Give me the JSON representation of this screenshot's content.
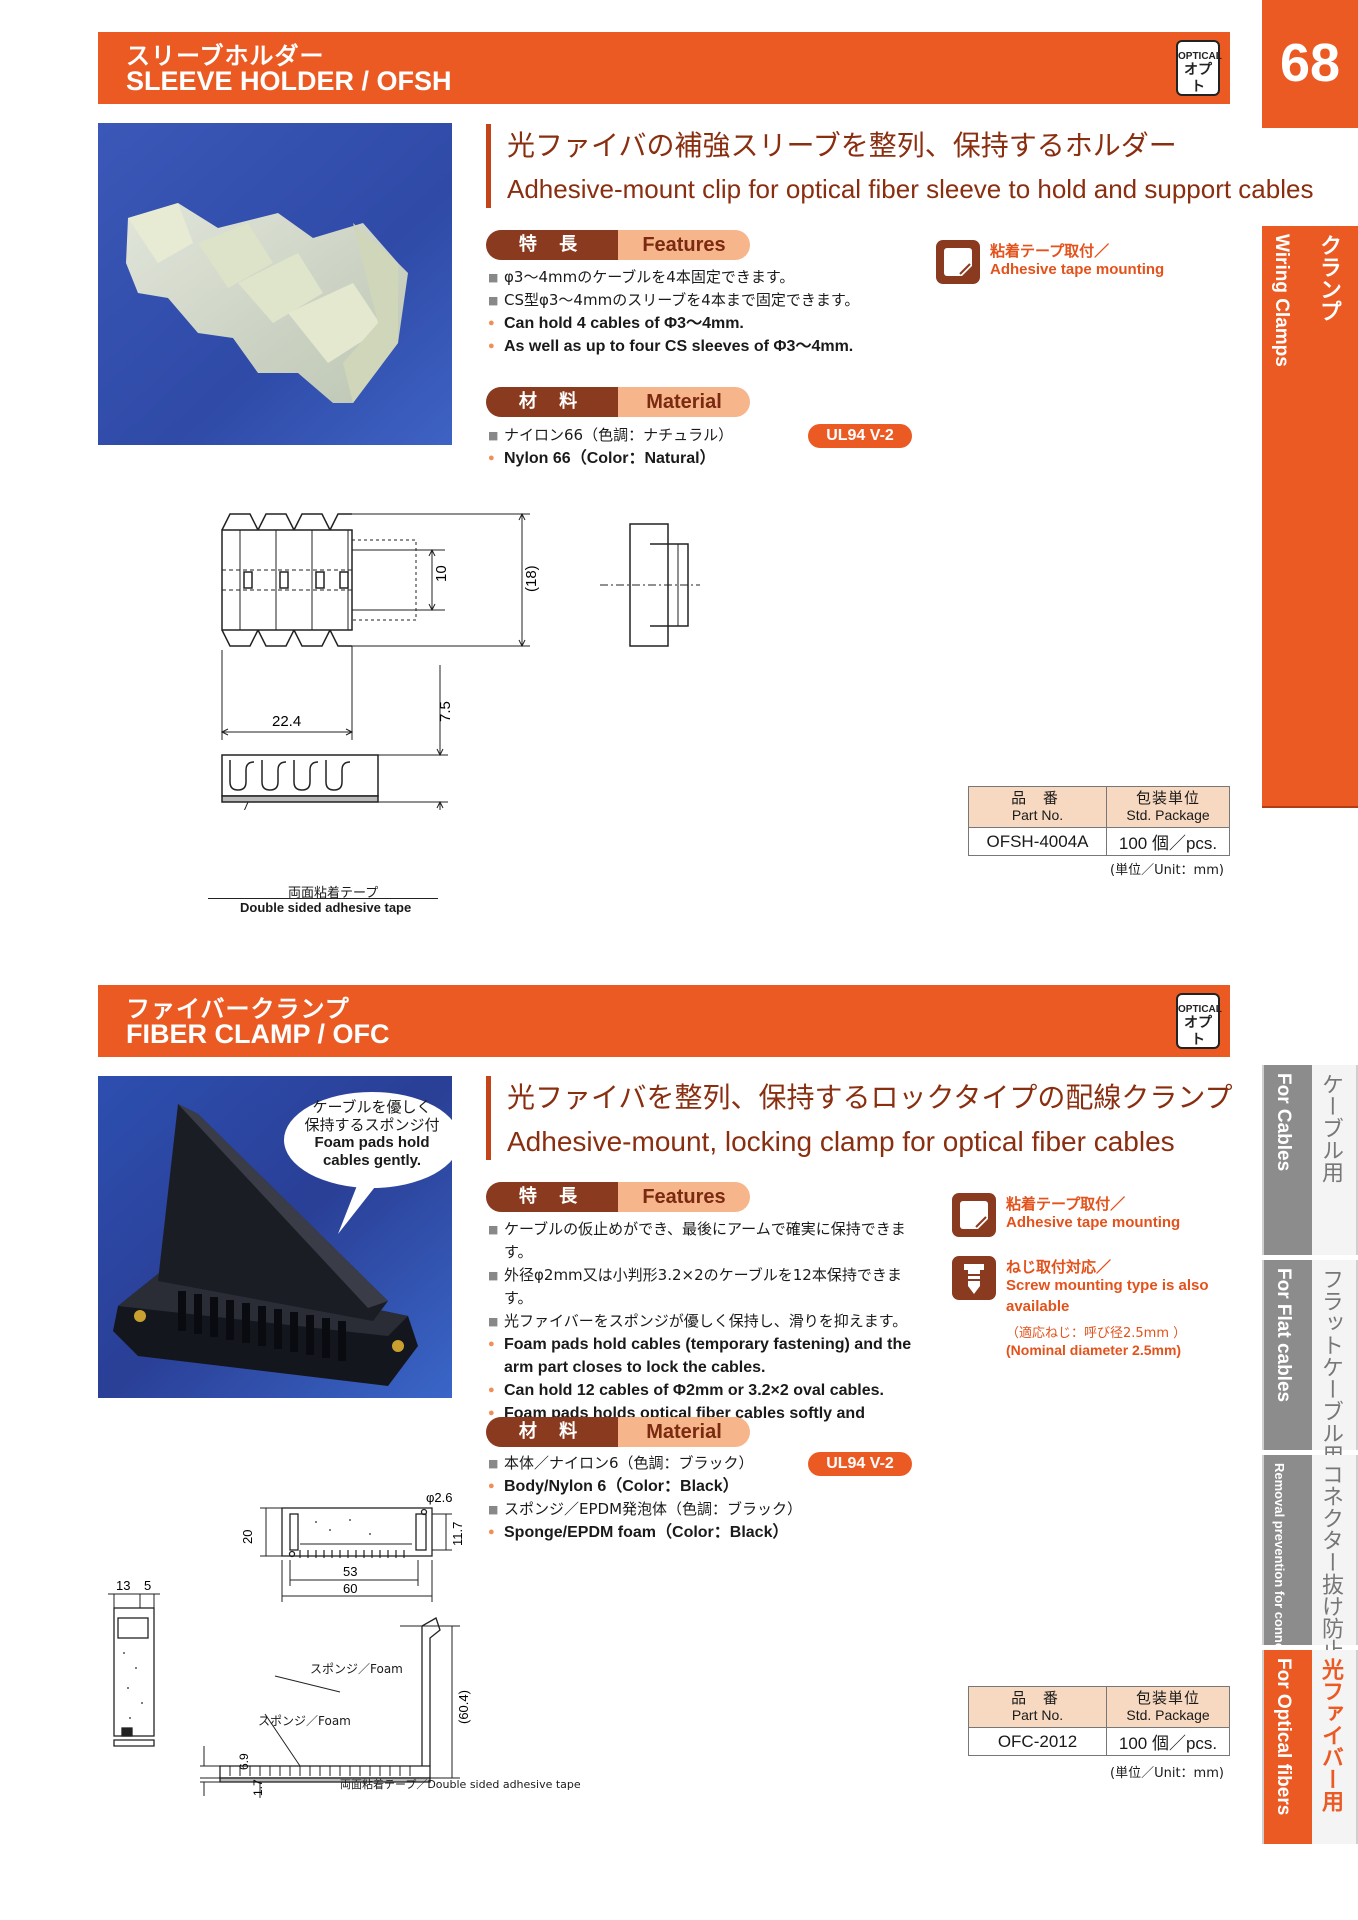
{
  "page_number": "68",
  "side_tabs": {
    "wiring_clamps": {
      "en": "Wiring Clamps",
      "jp": "クランプ"
    },
    "cables": {
      "en": "For Cables",
      "jp": "ケーブル用"
    },
    "flat_cables": {
      "en": "For Flat cables",
      "jp": "フラットケーブル用"
    },
    "connectors": {
      "en": "Removal prevention for connectors",
      "jp": "コネクター抜け防止"
    },
    "optical": {
      "en": "For Optical fibers",
      "jp": "光ファイバー用"
    }
  },
  "optical_badge": {
    "en": "OPTICAL",
    "jp": "オプト"
  },
  "section1": {
    "title_jp": "スリーブホルダー",
    "title_en": "SLEEVE HOLDER / OFSH",
    "headline_jp": "光ファイバの補強スリーブを整列、保持するホルダー",
    "headline_en": "Adhesive-mount clip for optical fiber sleeve to hold and support cables",
    "features_jp": "特 長",
    "features_en": "Features",
    "features": [
      {
        "type": "jp",
        "text": "φ3〜4mmのケーブルを4本固定できます。"
      },
      {
        "type": "jp",
        "text": "CS型φ3〜4mmのスリーブを4本まで固定できます。"
      },
      {
        "type": "en",
        "text": "Can hold 4 cables of Φ3〜4mm."
      },
      {
        "type": "en",
        "text": "As well as up to four CS sleeves of Φ3〜4mm."
      }
    ],
    "mount_jp": "粘着テープ取付／",
    "mount_en": "Adhesive tape mounting",
    "material_jp": "材 料",
    "material_en": "Material",
    "materials": [
      {
        "type": "jp",
        "text": "ナイロン66（色調：ナチュラル）"
      },
      {
        "type": "en",
        "text": "Nylon 66（Color：Natural）"
      }
    ],
    "ul94": "UL94 V-2",
    "dims": {
      "d10": "10",
      "d18": "(18)",
      "d22": "22.4",
      "d75": "7.5"
    },
    "tape_label_jp": "両面粘着テープ",
    "tape_label_en": "Double sided adhesive tape",
    "table": {
      "h1_jp": "品 番",
      "h1_en": "Part No.",
      "h2_jp": "包装単位",
      "h2_en": "Std. Package",
      "part": "OFSH-4004A",
      "pkg": "100 個／pcs."
    },
    "unit": "(単位／Unit：mm)"
  },
  "section2": {
    "title_jp": "ファイバークランプ",
    "title_en": "FIBER CLAMP / OFC",
    "bubble_jp1": "ケーブルを優しく",
    "bubble_jp2": "保持するスポンジ付",
    "bubble_en1": "Foam pads hold",
    "bubble_en2": "cables gently.",
    "headline_jp": "光ファイバを整列、保持するロックタイプの配線クランプ",
    "headline_en": "Adhesive-mount, locking clamp for optical fiber cables",
    "features_jp": "特 長",
    "features_en": "Features",
    "features": [
      {
        "type": "jp",
        "text": "ケーブルの仮止めができ、最後にアームで確実に保持できます。"
      },
      {
        "type": "jp",
        "text": "外径φ2mm又は小判形3.2×2のケーブルを12本保持できます。"
      },
      {
        "type": "jp",
        "text": "光ファイバーをスポンジが優しく保持し、滑りを抑えます。"
      },
      {
        "type": "en",
        "text": "Foam pads hold cables (temporary fastening) and the arm part closes to lock the cables."
      },
      {
        "type": "en",
        "text": "Can hold 12 cables of Φ2mm or 3.2×2 oval cables."
      },
      {
        "type": "en",
        "text": "Foam pads holds optical fiber cables softly and prevents slippage."
      }
    ],
    "mount_jp": "粘着テープ取付／",
    "mount_en": "Adhesive tape mounting",
    "screw_jp": "ねじ取付対応／",
    "screw_en1": "Screw mounting type is also",
    "screw_en2": "available",
    "screw_note_jp": "（適応ねじ：呼び径2.5mm ）",
    "screw_note_en": "(Nominal diameter 2.5mm)",
    "material_jp": "材 料",
    "material_en": "Material",
    "materials": [
      {
        "type": "jp",
        "text": "本体／ナイロン6（色調：ブラック）"
      },
      {
        "type": "en",
        "text": "Body/Nylon 6（Color：Black）"
      },
      {
        "type": "jp",
        "text": "スポンジ／EPDM発泡体（色調：ブラック）"
      },
      {
        "type": "en",
        "text": "Sponge/EPDM foam（Color：Black）"
      }
    ],
    "ul94": "UL94 V-2",
    "dims": {
      "d26": "φ2.6",
      "d20": "20",
      "d117": "11.7",
      "d53": "53",
      "d60": "60",
      "d13": "13",
      "d5": "5",
      "d604": "(60.4)",
      "d69": "6.9",
      "d17": "1.7"
    },
    "sponge1": "スポンジ／Foam",
    "sponge2": "スポンジ／Foam",
    "tape_label": "両面粘着テープ／Double sided adhesive tape",
    "table": {
      "h1_jp": "品 番",
      "h1_en": "Part No.",
      "h2_jp": "包装単位",
      "h2_en": "Std. Package",
      "part": "OFC-2012",
      "pkg": "100 個／pcs."
    },
    "unit": "(単位／Unit：mm)"
  },
  "colors": {
    "accent": "#ec5a24",
    "dark": "#8a3a1e"
  }
}
